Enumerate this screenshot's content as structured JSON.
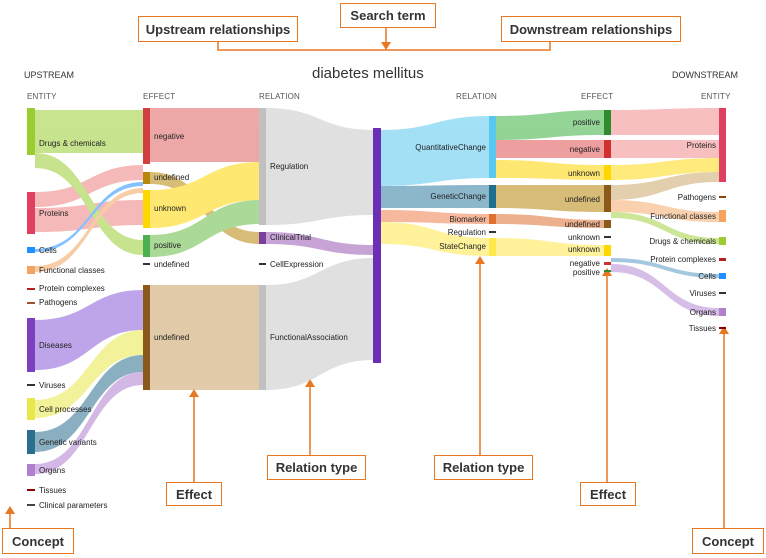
{
  "colors": {
    "accent": "#e87722",
    "center_node": "#6a2fb5"
  },
  "title": "diabetes mellitus",
  "callouts": {
    "search_term": "Search term",
    "upstream": "Upstream relationships",
    "downstream": "Downstream relationships",
    "effect_left": "Effect",
    "relation_left": "Relation type",
    "relation_right": "Relation type",
    "effect_right": "Effect",
    "concept_left": "Concept",
    "concept_right": "Concept"
  },
  "headers": {
    "upstream": "UPSTREAM",
    "downstream": "DOWNSTREAM",
    "entity_left": "ENTITY",
    "effect_left": "EFFECT",
    "relation_left": "RELATION",
    "relation_right": "RELATION",
    "effect_right": "EFFECT",
    "entity_right": "ENTITY"
  },
  "upstream_entities": [
    "Drugs & chemicals",
    "Proteins",
    "Cells",
    "Functional classes",
    "Protein complexes",
    "Pathogens",
    "Diseases",
    "Viruses",
    "Cell processes",
    "Genetic variants",
    "Organs",
    "Tissues",
    "Clinical parameters"
  ],
  "upstream_effects": [
    "negative",
    "undefined",
    "unknown",
    "positive",
    "undefined",
    "undefined"
  ],
  "upstream_relations": [
    "Regulation",
    "ClinicalTrial",
    "CellExpression",
    "FunctionalAssociation"
  ],
  "downstream_relations": [
    "QuantitativeChange",
    "GeneticChange",
    "Biomarker",
    "Regulation",
    "StateChange"
  ],
  "downstream_effects": [
    "positive",
    "negative",
    "unknown",
    "undefined",
    "undefined",
    "unknown",
    "unknown",
    "negative",
    "positive"
  ],
  "downstream_entities": [
    "Proteins",
    "Pathogens",
    "Functional classes",
    "Drugs & chemicals",
    "Protein complexes",
    "Cells",
    "Viruses",
    "Organs",
    "Tissues"
  ]
}
